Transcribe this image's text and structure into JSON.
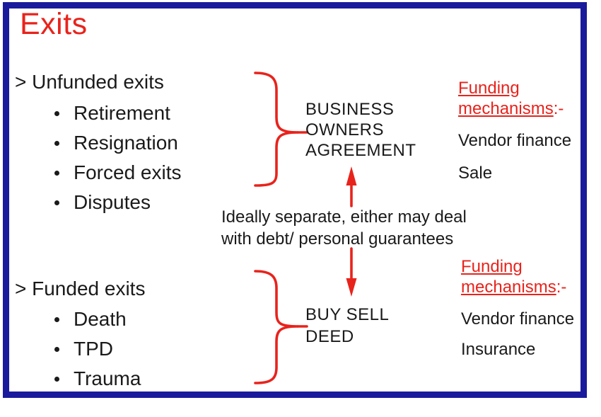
{
  "slide": {
    "title": "Exits",
    "colors": {
      "accent_red": "#e8231c",
      "border_blue": "#1a1a9c",
      "text_black": "#1a1a1a"
    },
    "sections": {
      "unfunded": {
        "header": "> Unfunded exits",
        "items": [
          "Retirement",
          "Resignation",
          "Forced exits",
          "Disputes"
        ]
      },
      "funded": {
        "header": "> Funded exits",
        "items": [
          "Death",
          "TPD",
          "Trauma"
        ]
      }
    },
    "agreement_box": {
      "lines": [
        "BUSINESS",
        "OWNERS",
        "AGREEMENT"
      ]
    },
    "deed_box": {
      "lines": [
        "BUY SELL",
        "DEED"
      ]
    },
    "middle_note": {
      "lines": [
        "Ideally separate, either may deal",
        "with debt/ personal guarantees"
      ]
    },
    "funding_top": {
      "heading": "Funding mechanisms",
      "heading_suffix": ":-",
      "items": [
        "Vendor finance",
        "Sale"
      ]
    },
    "funding_bottom": {
      "heading": "Funding mechanisms",
      "heading_suffix": ":-",
      "items": [
        "Vendor finance",
        "Insurance"
      ]
    }
  }
}
